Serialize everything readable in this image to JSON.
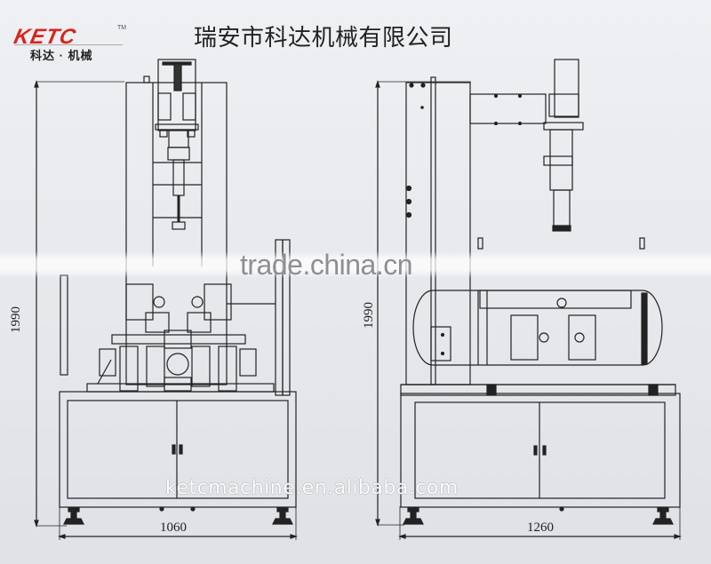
{
  "header": {
    "logo_mark": "KETC",
    "logo_tm": "TM",
    "logo_cn": "科达 · 机械",
    "company_name": "瑞安市科达机械有限公司",
    "brand_color": "#d9251d"
  },
  "drawing": {
    "type": "machine technical drawing",
    "views": [
      {
        "name": "front-view",
        "height_dimension": "1990",
        "width_dimension": "1060"
      },
      {
        "name": "side-view",
        "height_dimension": "1990",
        "width_dimension": "1260"
      }
    ],
    "units": "mm"
  },
  "watermarks": {
    "center": "trade.china.cn",
    "bottom": "ketcmachine.en.alibaba.com"
  }
}
